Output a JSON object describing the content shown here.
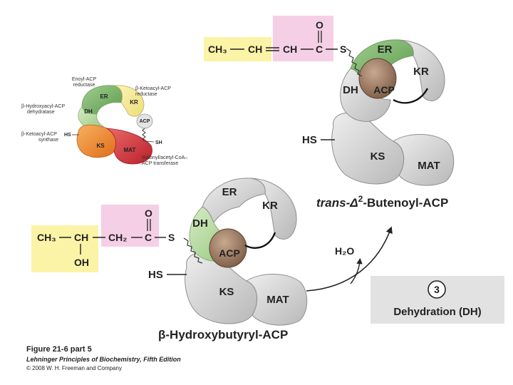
{
  "figure": {
    "title": "Figure 21-6 part 5",
    "book": "Lehninger Principles of Biochemistry, Fifth Edition",
    "copyright": "© 2008 W. H. Freeman and Company"
  },
  "small_complex": {
    "domains": {
      "er": "ER",
      "kr": "KR",
      "dh": "DH",
      "ks": "KS",
      "mat": "MAT",
      "acp": "ACP"
    },
    "thiol": "SH",
    "hs": "HS",
    "labels": {
      "er_1": "Enoyl-ACP",
      "er_2": "reductase",
      "kr_1": "β-Ketoacyl-ACP",
      "kr_2": "reductase",
      "dh_1": "β-Hydroxyacyl-ACP",
      "dh_2": "dehydratase",
      "ks_1": "β-Ketoacyl-ACP",
      "ks_2": "synthase",
      "mat_1": "Malonyl/acetyl-CoA–",
      "mat_2": "ACP transferase"
    }
  },
  "product": {
    "ch3": "CH₃",
    "ch_a": "CH",
    "ch_b": "CH",
    "c": "C",
    "o": "O",
    "s": "S",
    "name_prefix": "trans-Δ",
    "name_sup": "2",
    "name_suffix": "-Butenoyl-ACP",
    "domains": {
      "er": "ER",
      "kr": "KR",
      "dh": "DH",
      "acp": "ACP",
      "ks": "KS",
      "mat": "MAT"
    },
    "hs": "HS"
  },
  "reactant": {
    "ch3": "CH₃",
    "ch": "CH",
    "oh": "OH",
    "ch2": "CH₂",
    "c": "C",
    "o": "O",
    "s": "S",
    "name": "β-Hydroxybutyryl-ACP",
    "domains": {
      "er": "ER",
      "kr": "KR",
      "dh": "DH",
      "acp": "ACP",
      "ks": "KS",
      "mat": "MAT"
    },
    "hs": "HS"
  },
  "reaction": {
    "water": "H₂O",
    "step_number": "3",
    "step_label": "Dehydration (DH)"
  },
  "colors": {
    "yellow_box": "#fbf3a6",
    "pink_box": "#f5cfe6",
    "grey_domain": "#d2d2d2",
    "dh_green": "#bfe0a4",
    "er_green": "#7fb56e",
    "acp_brown": "#9b7b63",
    "ks_orange": "#f08a2c",
    "mat_red": "#d4353c",
    "step_box": "#e2e2e2"
  }
}
